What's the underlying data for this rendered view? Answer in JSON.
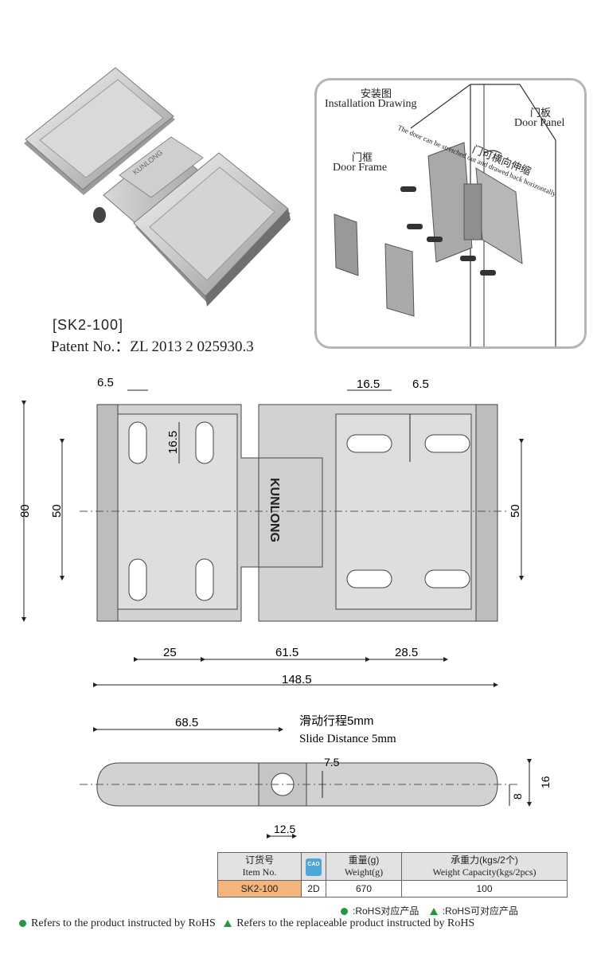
{
  "product": {
    "item_code_label": "[SK2-100]",
    "patent_label": "Patent No.：ZL 2013 2 025930.3",
    "brand_mark": "KUNLONG"
  },
  "installation": {
    "title_cn": "安装图",
    "title_en": "Installation Drawing",
    "door_panel_cn": "门板",
    "door_panel_en": "Door Panel",
    "door_frame_cn": "门框",
    "door_frame_en": "Door Frame",
    "movement_cn": "门可横向伸缩",
    "movement_en": "The door can be stretched out and drawed back horizontally"
  },
  "dimensions": {
    "slot_width": "6.5",
    "slot_length_left": "16.5",
    "slot_length_right": "16.5",
    "slot_width_right": "6.5",
    "height_total": "80",
    "hole_spacing_left": "50",
    "hole_spacing_right": "50",
    "offset_left": "25",
    "center_distance": "61.5",
    "offset_right": "28.5",
    "total_length": "148.5",
    "side_length": "68.5",
    "slide_cn": "滑动行程5mm",
    "slide_en": "Slide Distance 5mm",
    "pin_offset": "7.5",
    "thickness": "16",
    "half_thickness": "8",
    "slot_len_side": "12.5"
  },
  "spec_table": {
    "col_item_cn": "订货号",
    "col_item_en": "Item No.",
    "col_cad": "CAD",
    "col_weight_cn": "重量(g)",
    "col_weight_en": "Weight(g)",
    "col_capacity_cn": "承重力(kgs/2个)",
    "col_capacity_en": "Weight Capacity(kgs/2pcs)",
    "row": {
      "item": "SK2-100",
      "cad": "2D",
      "weight": "670",
      "capacity": "100"
    }
  },
  "legend": {
    "rohs_cn": ":RoHS对应产品",
    "replace_cn": ":RoHS可对应产品",
    "rohs_en": "Refers to the product instructed by RoHS",
    "replace_en": "Refers to the replaceable product instructed by RoHS"
  },
  "colors": {
    "accent_orange": "#f3b57c",
    "rohs_green": "#1f9a3d",
    "cad_blue": "#4aa8dd"
  }
}
